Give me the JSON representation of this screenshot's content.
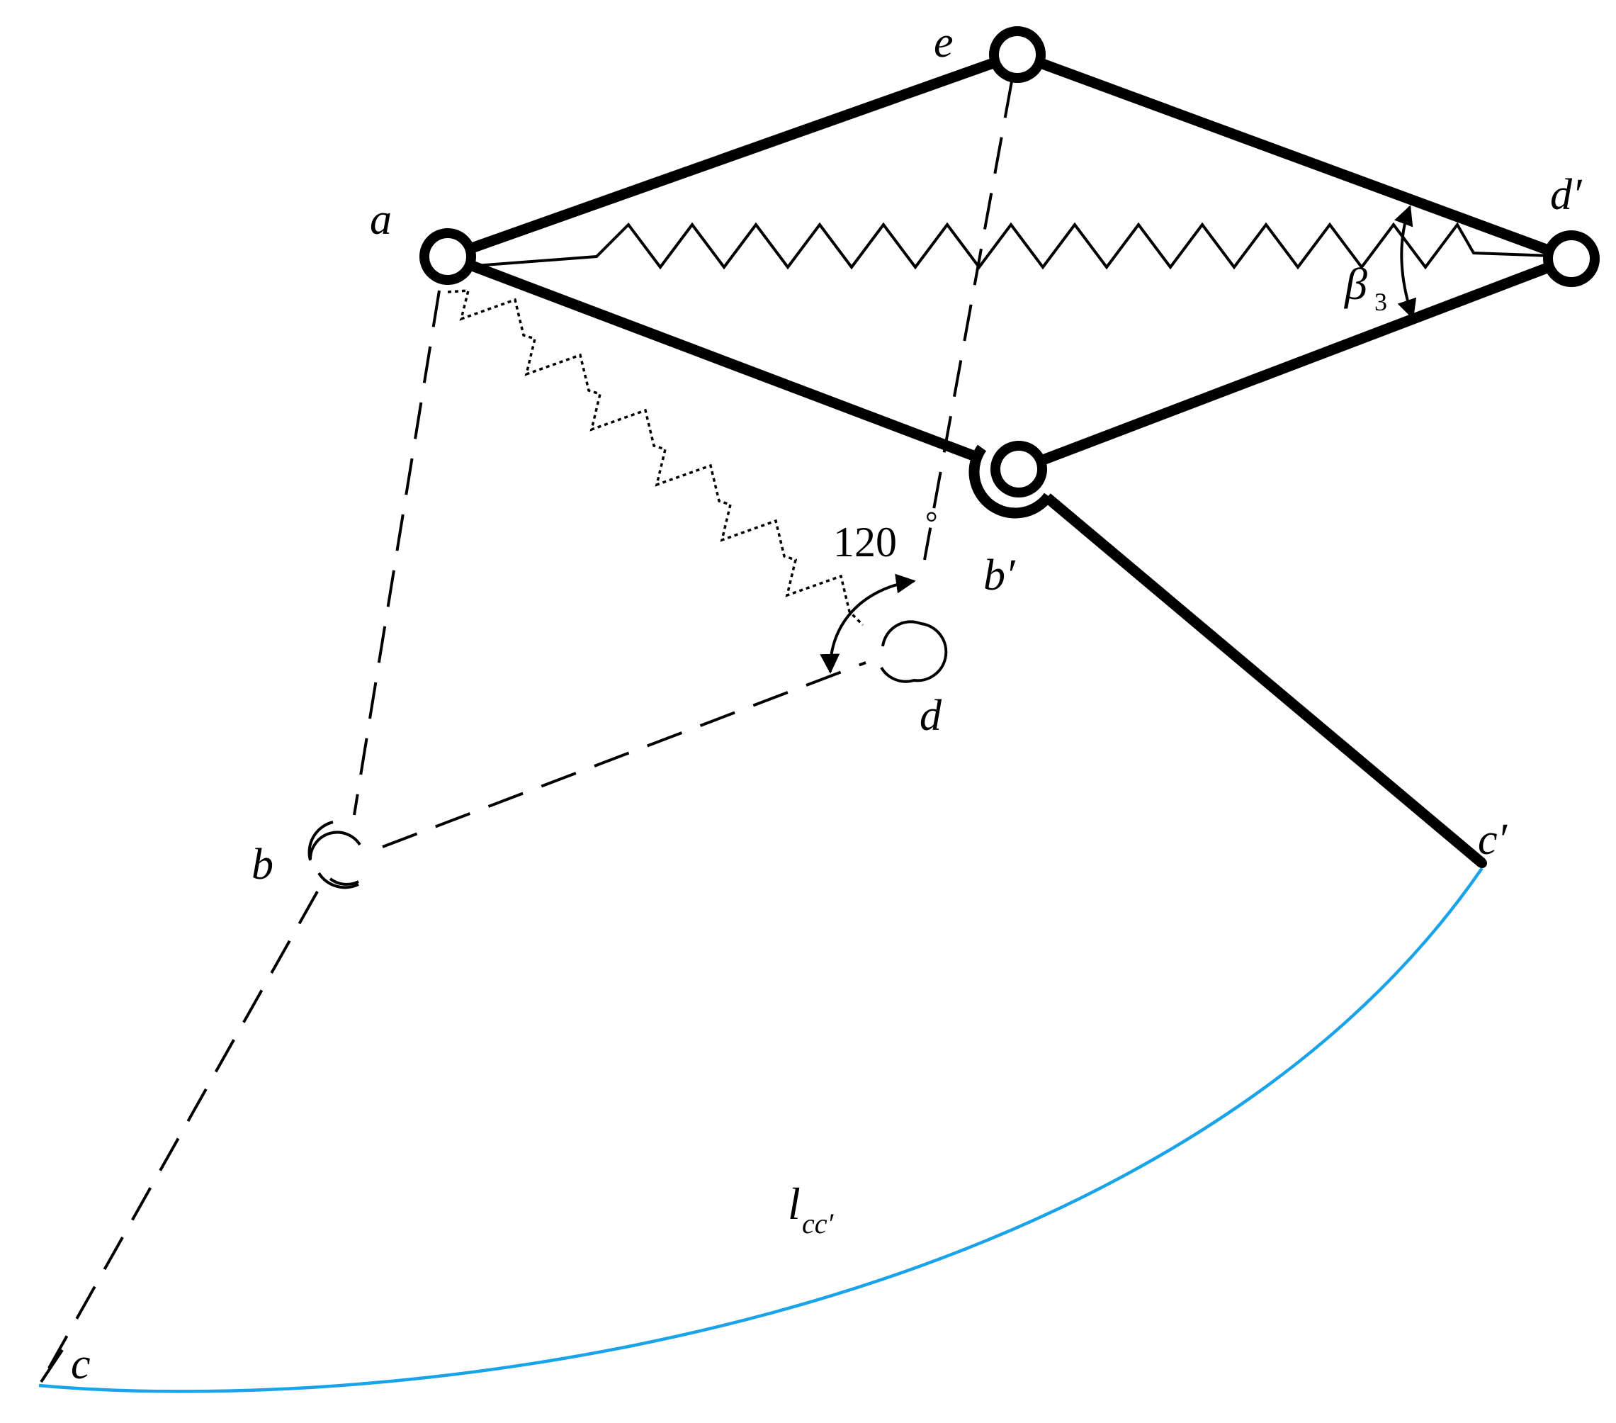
{
  "labels": {
    "a": "a",
    "b": "b",
    "c": "c",
    "d": "d",
    "e": "e",
    "b_prime": "b′",
    "c_prime": "c′",
    "d_prime": "d′",
    "beta_symbol": "β",
    "beta_subscript": "3",
    "angle_value": "120",
    "angle_unit": "°",
    "arc_l": "l",
    "arc_subscript": "cc′"
  },
  "colors": {
    "links": "#000000",
    "arc": "#1aa3e8",
    "background": "#ffffff"
  }
}
